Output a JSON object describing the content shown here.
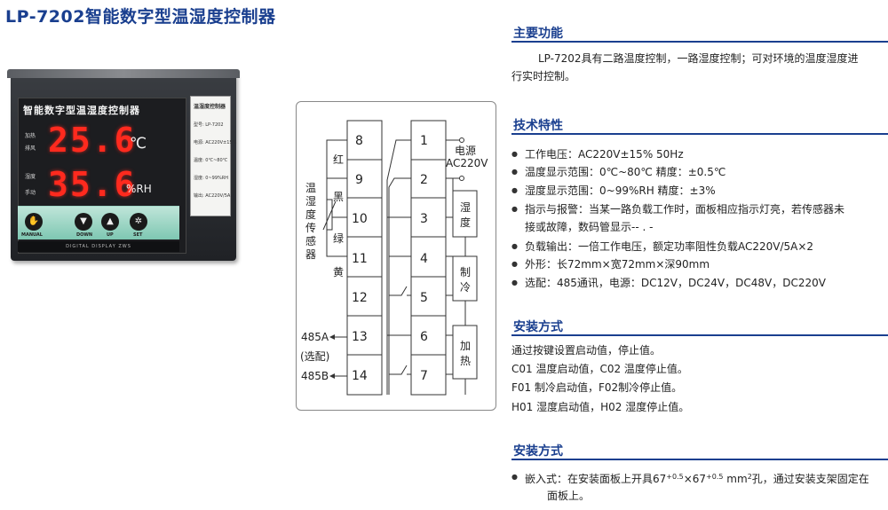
{
  "title": "LP-7202智能数字型温湿度控制器",
  "device": {
    "panel_title": "智能数字型温湿度控制器",
    "indicators_top": [
      "加热",
      "排风"
    ],
    "indicators_bottom": [
      "湿度",
      "手动"
    ],
    "display_top": "25.6",
    "unit_top": "℃",
    "display_bottom": "35.6",
    "unit_bottom": "%RH",
    "keys": [
      "MANUAL",
      "DOWN",
      "UP",
      "SET"
    ],
    "brand": "DIGITAL DISPLAY ZWS",
    "side_label_title": "温湿度控制器",
    "side_label_lines": [
      "型号: LP-7202",
      "电源: AC220V±15%",
      "温度: 0℃~80℃",
      "湿度: 0~99%RH",
      "输出: AC220V/5A"
    ]
  },
  "diagram": {
    "left_terminals": [
      "8",
      "9",
      "10",
      "11",
      "12",
      "13",
      "14"
    ],
    "right_terminals": [
      "1",
      "2",
      "3",
      "4",
      "5",
      "6",
      "7"
    ],
    "wire_colors": [
      "红",
      "黑",
      "绿",
      "黄"
    ],
    "sensor_label": [
      "温",
      "湿",
      "度",
      "传",
      "感",
      "器"
    ],
    "power_label": [
      "电源",
      "AC220V"
    ],
    "loads": [
      [
        "湿",
        "度"
      ],
      [
        "制",
        "冷"
      ],
      [
        "加",
        "热"
      ]
    ],
    "rs485": [
      "485A",
      "(选配)",
      "485B"
    ]
  },
  "sections": {
    "main_function": {
      "title": "主要功能",
      "text_line1": "LP-7202具有二路温度控制，一路湿度控制；可对环境的温度湿度进",
      "text_line2": "行实时控制。"
    },
    "tech": {
      "title": "技术特性",
      "items": [
        "工作电压：AC220V±15%  50Hz",
        "温度显示范围：0℃~80℃  精度：±0.5℃",
        "湿度显示范围：0~99%RH  精度：±3%",
        "指示与报警：当某一路负载工作时，面板相应指示灯亮，若传感器未",
        "接或故障，数码管显示-- . -",
        "负载输出：一倍工作电压，额定功率阻性负载AC220V/5A×2",
        "外形：长72mm×宽72mm×深90mm",
        "选配：485通讯，电源：DC12V，DC24V，DC48V，DC220V"
      ]
    },
    "install1": {
      "title": "安装方式",
      "lines": [
        "通过按键设置启动值，停止值。",
        "C01 温度启动值，C02 温度停止值。",
        "F01 制冷启动值，F02制冷停止值。",
        "H01 湿度启动值，H02 湿度停止值。"
      ]
    },
    "install2": {
      "title": "安装方式",
      "line_a": "嵌入式：在安装面板上开具67",
      "sup_a": "+0.5",
      "line_b": "×67",
      "sup_b": "+0.5",
      "line_c": " mm",
      "sup_c": "2",
      "line_d": "孔，通过安装支架固定在",
      "line_e": "面板上。"
    }
  }
}
